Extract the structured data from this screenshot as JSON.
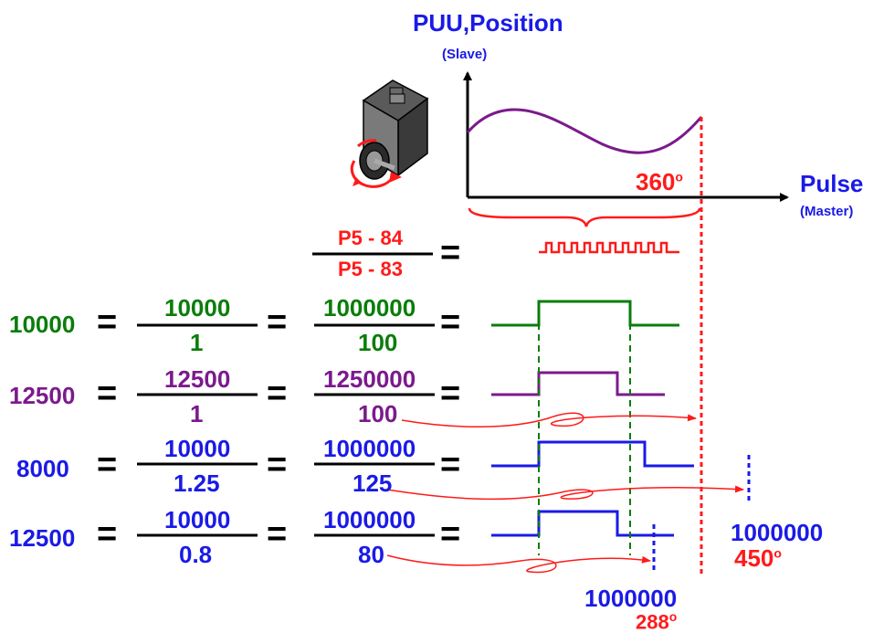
{
  "graph": {
    "y_axis_title": "PUU,Position",
    "y_axis_subtitle": "(Slave)",
    "x_axis_title": "Pulse",
    "x_axis_subtitle": "(Master)",
    "angle_label": "360",
    "degree_symbol": "o"
  },
  "ratio": {
    "numerator": "P5 - 84",
    "denominator": "P5 - 83",
    "equals": "="
  },
  "rows": [
    {
      "value": "10000",
      "num1": "10000",
      "den1": "1",
      "num2": "1000000",
      "den2": "100",
      "color": "#0a7d0a"
    },
    {
      "value": "12500",
      "num1": "12500",
      "den1": "1",
      "num2": "1250000",
      "den2": "100",
      "color": "#7b1a8c"
    },
    {
      "value": "8000",
      "num1": "10000",
      "den1": "1.25",
      "num2": "1000000",
      "den2": "125",
      "color": "#1a1ae6"
    },
    {
      "value": "12500",
      "num1": "10000",
      "den1": "0.8",
      "num2": "1000000",
      "den2": "80",
      "color": "#1a1ae6"
    }
  ],
  "annotations": {
    "right_count": "1000000",
    "right_angle": "450",
    "bottom_count": "1000000",
    "bottom_angle": "288"
  },
  "colors": {
    "red": "#ff1a1a",
    "blue": "#1a1ae6",
    "green": "#0a7d0a",
    "purple": "#7b1a8c"
  },
  "icons": [
    "servo-motor-icon"
  ]
}
